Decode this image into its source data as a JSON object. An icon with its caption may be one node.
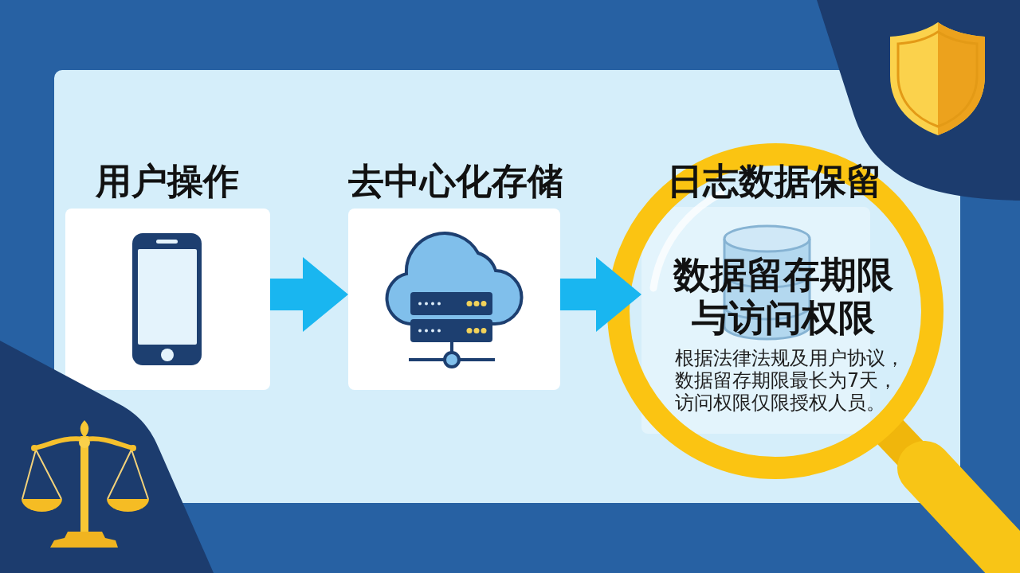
{
  "diagram": {
    "nodes": [
      {
        "text": [
          "用户操作"
        ]
      },
      {
        "text": [
          "去中心化存储"
        ]
      },
      {
        "text": [
          "日志数据保留",
          "数据留存期限与访问权限",
          "根据法律法规及用户协议，数据留存期限最长为7天，访问权限仅限授权人员。"
        ]
      }
    ],
    "edges": [
      {
        "from": 0,
        "to": 1,
        "arrow": "to"
      },
      {
        "from": 1,
        "to": 2,
        "arrow": "to"
      }
    ]
  }
}
